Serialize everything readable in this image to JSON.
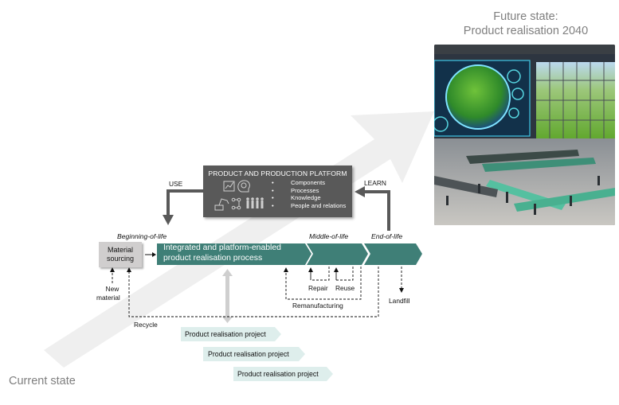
{
  "future_state": {
    "line1": "Future state:",
    "line2": "Product realisation 2040",
    "image_description": "futuristic green factory with earth display"
  },
  "current_state": "Current state",
  "platform": {
    "title": "PRODUCT AND PRODUCTION PLATFORM",
    "items": [
      "Components",
      "Processes",
      "Knowledge",
      "People and relations"
    ],
    "icons": [
      "chart-icon",
      "brain-icon",
      "robot-arm-icon",
      "flow-icon",
      "people-icon"
    ]
  },
  "arrows": {
    "use": "USE",
    "learn": "LEARN"
  },
  "phases": {
    "beginning": "Beginning-of-life",
    "middle": "Middle-of-life",
    "end": "End-of-life"
  },
  "material_sourcing": "Material sourcing",
  "process": {
    "line1": "Integrated and platform-enabled",
    "line2": "product realisation process"
  },
  "loops": {
    "new_material_1": "New",
    "new_material_2": "material",
    "recycle": "Recycle",
    "repair": "Repair",
    "reuse": "Reuse",
    "remanufacturing": "Remanufacturing",
    "landfill": "Landfill"
  },
  "projects": [
    "Product realisation project",
    "Product realisation project",
    "Product realisation project"
  ],
  "colors": {
    "teal": "#3f7f77",
    "platform_bg": "#595959",
    "material_bg": "#d0cece",
    "project_bg": "#deeeec",
    "bg_arrow": "#f0f0f0"
  }
}
